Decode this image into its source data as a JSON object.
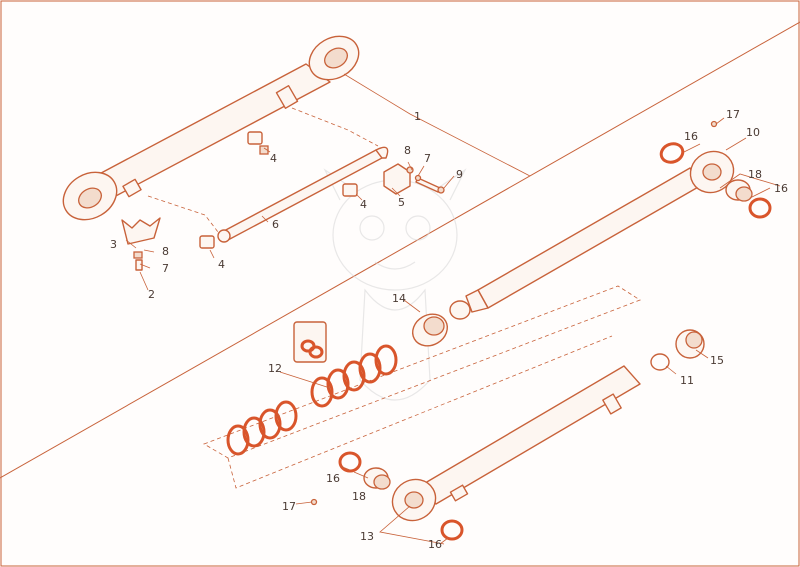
{
  "callouts": [
    "1",
    "2",
    "3",
    "4",
    "4",
    "4",
    "5",
    "6",
    "7",
    "7",
    "8",
    "8",
    "9",
    "10",
    "11",
    "12",
    "13",
    "14",
    "15",
    "16",
    "16",
    "16",
    "16",
    "17",
    "17",
    "18",
    "18"
  ],
  "colors": {
    "line": "#c8623a",
    "ring": "#d9552b",
    "text": "#4a3a33",
    "background": "#fffdfc"
  }
}
